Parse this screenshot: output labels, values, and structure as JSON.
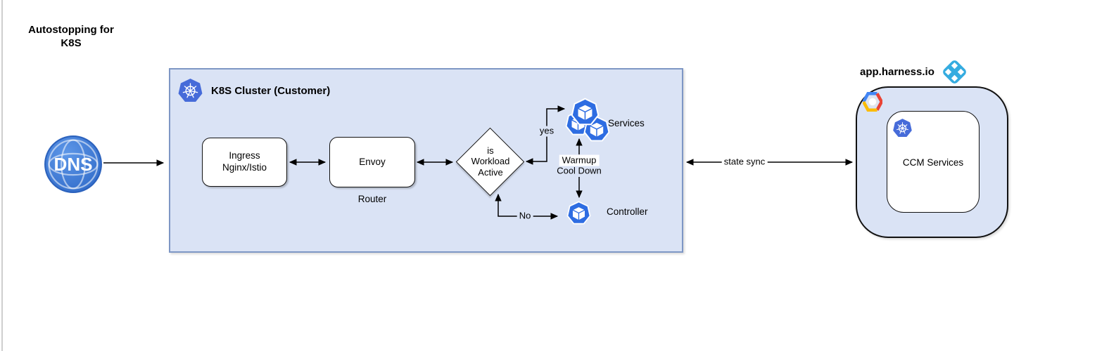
{
  "diagram": {
    "title": {
      "line1": "Autostopping for",
      "line2": "K8S"
    },
    "dns": {
      "label": "DNS"
    },
    "cluster": {
      "title": "K8S Cluster (Customer)",
      "ingress_box": {
        "line1": "Ingress",
        "line2": "Nginx/Istio"
      },
      "envoy_box": {
        "label": "Envoy"
      },
      "router_label": "Router",
      "decision": {
        "line1": "is",
        "line2": "Workload",
        "line3": "Active"
      },
      "yes_label": "yes",
      "no_label": "No",
      "warmup_label": "Warmup",
      "cooldown_label": "Cool Down",
      "services_label": "Services",
      "controller_label": "Controller"
    },
    "state_sync_label": "state sync",
    "harness": {
      "domain": "app.harness.io",
      "ccm_box": {
        "label": "CCM Services"
      }
    }
  },
  "icons": {
    "dns-globe-icon": "blue globe circle with white meridians",
    "kubernetes-icon": "blue heptagon with white helm wheel",
    "pod-cube-icon": "blue heptagon with white 3d cube",
    "gcp-icon": "Google Cloud hexagon (blue/red/yellow) with white core",
    "harness-logo-icon": "cyan rounded diamond with four diamond cutouts"
  },
  "colors": {
    "cluster_fill": "#dae3f5",
    "cluster_border": "#7e97c5",
    "k8s_blue": "#466bd9",
    "pod_blue": "#2e6de2",
    "dns_blue": "#3b79d9",
    "harness_cyan": "#35ace0",
    "gcp_blue": "#4285f4",
    "gcp_red": "#ea4335",
    "gcp_yellow": "#fbbc05",
    "connector": "#000000"
  }
}
